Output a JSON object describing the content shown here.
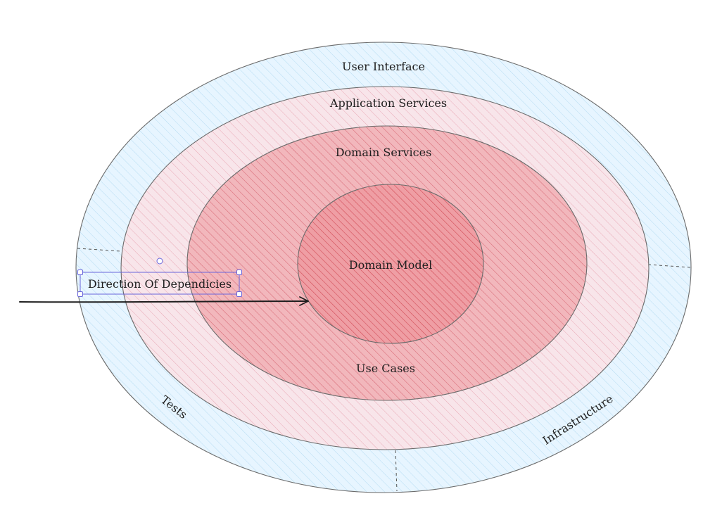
{
  "diagram": {
    "layers": [
      {
        "label": "User Interface",
        "fill": "#e7f5ff",
        "hatch": "#b6dcf2"
      },
      {
        "label": "Application Services",
        "fill": "#f8e5ea",
        "hatch": "#e9a9b6"
      },
      {
        "label": "Domain Services",
        "fill": "#f2b7bc",
        "hatch": "#d86a76"
      },
      {
        "label": "Domain Model",
        "fill": "#ef9ea4",
        "hatch": "#d24d58"
      }
    ],
    "segment_labels": {
      "use_cases": "Use Cases",
      "tests": "Tests",
      "infrastructure": "Infrastructure"
    },
    "arrow": {
      "label": "Direction Of Dependicies",
      "color": "#1e1e1e"
    },
    "selection_color": "#6965db"
  }
}
